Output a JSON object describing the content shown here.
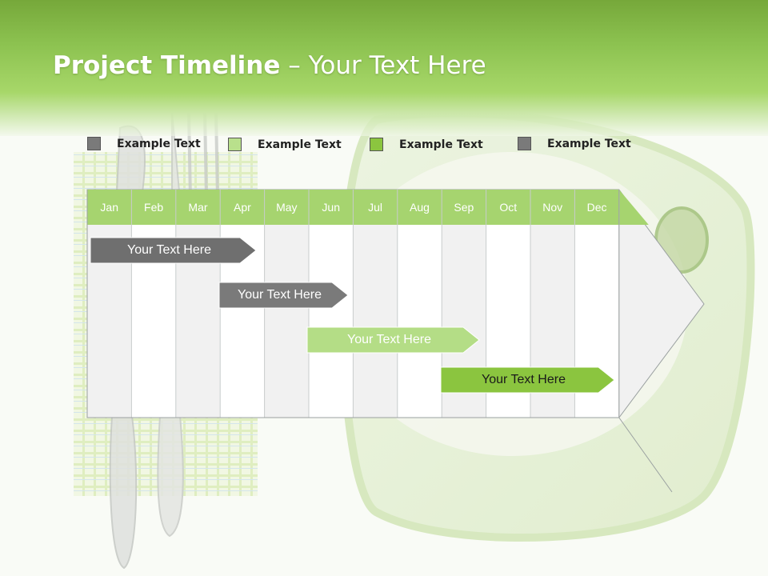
{
  "slide": {
    "title_bold": "Project Timeline",
    "title_rest": " – Your Text Here"
  },
  "legend": [
    {
      "label": "Example Text",
      "color": "#7a7a7a"
    },
    {
      "label": "Example Text",
      "color": "#b9e08c"
    },
    {
      "label": "Example Text",
      "color": "#8bc53f"
    },
    {
      "label": "Example Text",
      "color": "#7a7a7a"
    }
  ],
  "months": [
    "Jan",
    "Feb",
    "Mar",
    "Apr",
    "May",
    "Jun",
    "Jul",
    "Aug",
    "Sep",
    "Oct",
    "Nov",
    "Dec"
  ],
  "tasks": [
    {
      "label": "Your  Text Here",
      "fill": "#6f6f6f",
      "text_color": "#ffffff"
    },
    {
      "label": "Your  Text Here",
      "fill": "#7a7a7a",
      "text_color": "#ffffff"
    },
    {
      "label": "Your  Text Here",
      "fill": "#b4dd86",
      "text_color": "#ffffff"
    },
    {
      "label": "Your  Text Here",
      "fill": "#8bc53f",
      "text_color": "#1a1a1a"
    }
  ],
  "colors": {
    "header_green": "#8cc250",
    "month_bar_green": "#a6d46f",
    "column_gray": "#f1f1f1",
    "column_white": "#ffffff",
    "grid_line": "#9aa0a0"
  }
}
